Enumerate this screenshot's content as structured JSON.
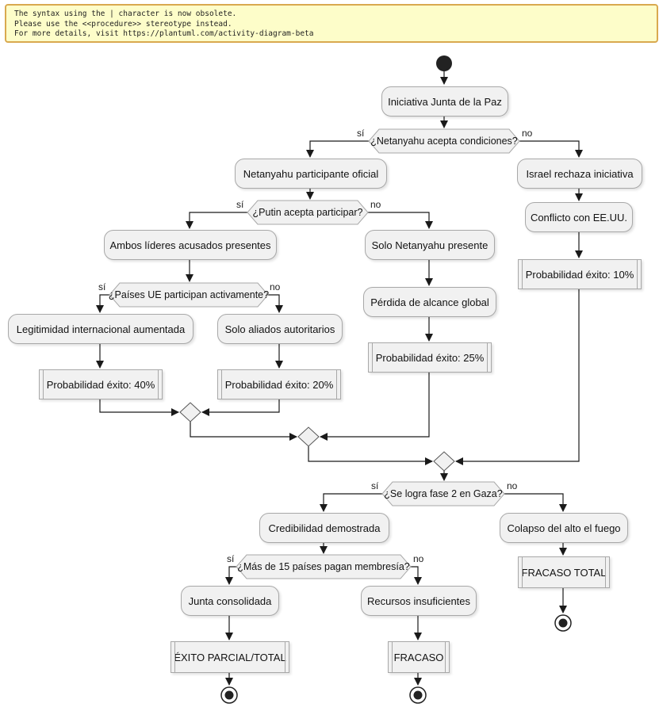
{
  "note": {
    "line1": "The syntax using the | character is now obsolete.",
    "line2": "Please use the <<procedure>> stereotype instead.",
    "line3": "For more details, visit https://plantuml.com/activity-diagram-beta"
  },
  "branch": {
    "yes": "sí",
    "no": "no"
  },
  "activities": {
    "iniciativa": "Iniciativa Junta de la Paz",
    "netanyahu_oficial": "Netanyahu participante oficial",
    "israel_rechaza": "Israel rechaza iniciativa",
    "conflicto_eeuu": "Conflicto con EE.UU.",
    "ambos_lideres": "Ambos líderes acusados presentes",
    "solo_netanyahu": "Solo Netanyahu presente",
    "legitimidad": "Legitimidad internacional aumentada",
    "solo_aliados": "Solo aliados autoritarios",
    "perdida_alcance": "Pérdida de alcance global",
    "credibilidad": "Credibilidad demostrada",
    "colapso": "Colapso del alto el fuego",
    "junta_consolidada": "Junta consolidada",
    "recursos": "Recursos insuficientes"
  },
  "procedures": {
    "prob40": "Probabilidad éxito: 40%",
    "prob20": "Probabilidad éxito: 20%",
    "prob25": "Probabilidad éxito: 25%",
    "prob10": "Probabilidad éxito: 10%",
    "exito_parcial": "ÉXITO PARCIAL/TOTAL",
    "fracaso": "FRACASO",
    "fracaso_total": "FRACASO TOTAL"
  },
  "decisions": {
    "netanyahu_acepta": "¿Netanyahu acepta condiciones?",
    "putin_acepta": "¿Putin acepta participar?",
    "paises_ue": "¿Países UE participan activamente?",
    "fase2_gaza": "¿Se logra fase 2 en Gaza?",
    "membresia": "¿Más de 15 países pagan membresía?"
  },
  "colors": {
    "node_fill": "#f1f1f1",
    "node_border": "#a8a8a8",
    "line": "#1a1a1a",
    "note_bg": "#fdfdc9",
    "note_border": "#d9a94f"
  }
}
